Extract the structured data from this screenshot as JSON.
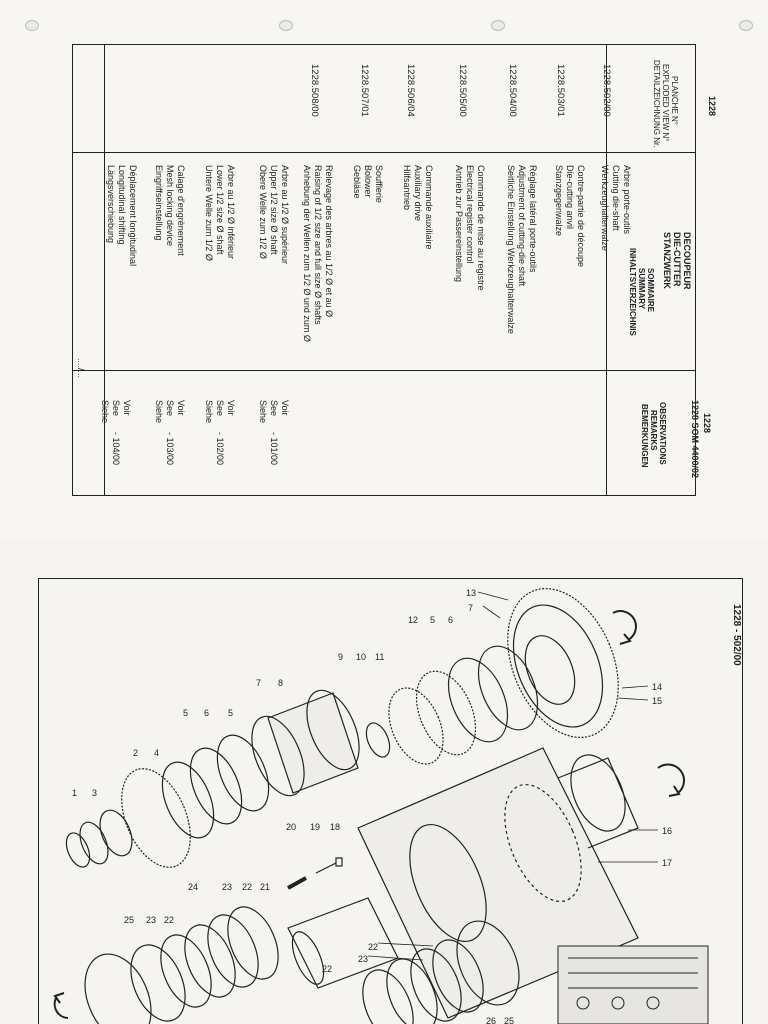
{
  "sheet1": {
    "top_code": "1228",
    "header": {
      "title_lines": [
        "DECOUPEUR",
        "DIE-CUTTER",
        "STANZWERK"
      ],
      "ref_number": "1228",
      "ref_code": "1228 SOM 4400/02",
      "col_plate": [
        "PLANCHE N°",
        "EXPLODED VIEW N°",
        "DETAILZEICHNUNG Nr."
      ],
      "col_summary": [
        "SOMMAIRE",
        "SUMMARY",
        "INHALTSVERZEICHNIS"
      ],
      "col_remarks": [
        "OBSERVATIONS",
        "REMARKS",
        "BEMERKUNGEN"
      ]
    },
    "rows": [
      {
        "code": "1228.502/00",
        "lines": [
          "Arbre porte-outils",
          "Cutting die-shaft",
          "Werkzeughalterwalze"
        ],
        "remarks": [
          "Voir",
          "See",
          "Siehe"
        ],
        "ref": "- 101/00"
      },
      {
        "code": "1228.503/01",
        "lines": [
          "Contre-partie de découpe",
          "Die-cutting anvil",
          "Stanzgegenwalze"
        ],
        "remarks": [],
        "ref": ""
      },
      {
        "code": "1228.504/00",
        "lines": [
          "Réglage latéral porte-outils",
          "Adjustment of cutting-die shaft",
          "Seitliche Einstellung Werkzeughalterwalze"
        ],
        "remarks": [],
        "ref": ""
      },
      {
        "code": "1228.505/00",
        "lines": [
          "Commande de mise au registre",
          "Electrical register control",
          "Antrieb zur Passereinstellung"
        ],
        "remarks": [],
        "ref": ""
      },
      {
        "code": "1228.506/04",
        "lines": [
          "Commande auxiliaire",
          "Auxiliary drive",
          "Hilfsantrieb"
        ],
        "remarks": [],
        "ref": ""
      },
      {
        "code": "1228.507/01",
        "lines": [
          "Soufflerie",
          "Bolower",
          "Gebläse"
        ],
        "remarks": [],
        "ref": ""
      },
      {
        "code": "1228.508/00",
        "lines": [
          "Relevage des arbres au 1/2 Ø et au Ø",
          "Raising of 1/2 size and full size Ø shafts",
          "Anhebung der Wellen zum 1/2 Ø und zum Ø"
        ],
        "remarks": [],
        "ref": ""
      },
      {
        "code": "",
        "lines": [
          "Arbre au 1/2 Ø supérieur",
          "Upper 1/2 size Ø shaft",
          "Obere Welle zum 1/2 Ø"
        ],
        "remarks": [
          "Voir",
          "See",
          "Siehe"
        ],
        "ref": "- 102/00"
      },
      {
        "code": "",
        "lines": [
          "Arbre au 1/2 Ø inférieur",
          "Lower 1/2 size Ø shaft",
          "Untere Welle zum 1/2 Ø"
        ],
        "remarks": [
          "Voir",
          "See",
          "Siehe"
        ],
        "ref": "- 103/00"
      },
      {
        "code": "",
        "lines": [
          "Calage d'engrènement",
          "Mesh locking device",
          "Eingriffseinstellung"
        ],
        "remarks": [],
        "ref": ""
      },
      {
        "code": "",
        "lines": [
          "Déplacement longitudinal",
          "Longitudinal shifting",
          "Längsverschiebung"
        ],
        "remarks": [
          "Voir",
          "See",
          "Siehe"
        ],
        "ref": "- 104/00"
      }
    ],
    "continued": "..../..."
  },
  "sheet2": {
    "plate_code": "1228 - 502/00",
    "callouts": [
      "1",
      "2",
      "3",
      "4",
      "5",
      "6",
      "5",
      "7",
      "8",
      "9",
      "10",
      "11",
      "12",
      "5",
      "6",
      "7",
      "13",
      "14",
      "15",
      "16",
      "17",
      "18",
      "19",
      "20",
      "21",
      "22",
      "23",
      "24",
      "25",
      "23",
      "22",
      "22",
      "23",
      "22",
      "26",
      "25"
    ]
  }
}
